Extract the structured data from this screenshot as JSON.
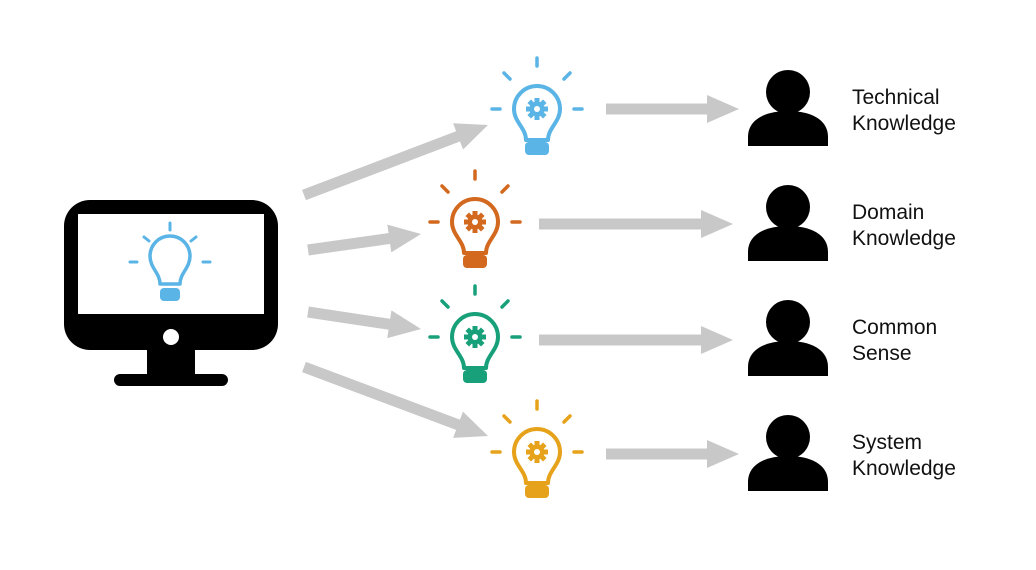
{
  "colors": {
    "arrow": "#c8c8c8",
    "monitor": "#000000",
    "person": "#000000",
    "screen_bulb": "#5ab4e5"
  },
  "source": {
    "icon": "monitor-icon",
    "screen_icon": "lightbulb-icon"
  },
  "branches": [
    {
      "bulb_color": "#5ab4e5",
      "bulb_icon": "lightbulb-gear-icon",
      "person_icon": "person-icon",
      "label_lines": [
        "Technical",
        "Knowledge"
      ]
    },
    {
      "bulb_color": "#d2691e",
      "bulb_icon": "lightbulb-gear-icon",
      "person_icon": "person-icon",
      "label_lines": [
        "Domain",
        "Knowledge"
      ]
    },
    {
      "bulb_color": "#18a07a",
      "bulb_icon": "lightbulb-gear-icon",
      "person_icon": "person-icon",
      "label_lines": [
        "Common",
        "Sense"
      ]
    },
    {
      "bulb_color": "#e6a21a",
      "bulb_icon": "lightbulb-gear-icon",
      "person_icon": "person-icon",
      "label_lines": [
        "System",
        "Knowledge"
      ]
    }
  ]
}
